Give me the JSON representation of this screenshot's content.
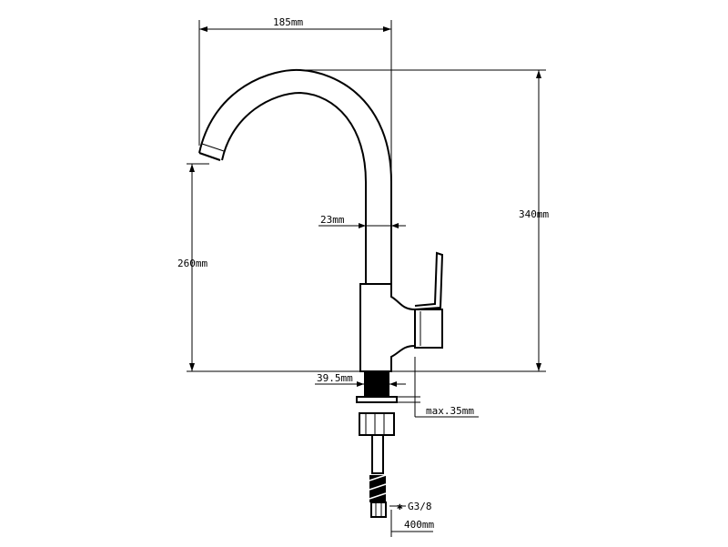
{
  "dimensions": {
    "spout_reach": "185mm",
    "total_height": "340mm",
    "spout_height": "260mm",
    "tube_diameter": "23mm",
    "base_diameter": "39.5mm",
    "max_thickness": "max.35mm",
    "connector": "G3/8",
    "hose_length": "400mm"
  },
  "symbols": {
    "connector_mark": "✱"
  },
  "colors": {
    "line": "#000000",
    "background": "#ffffff"
  }
}
